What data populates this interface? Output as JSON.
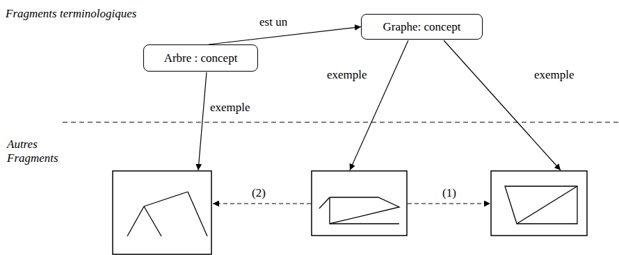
{
  "diagram": {
    "nodes": [
      {
        "text": [
          "Graphe: concept"
        ]
      },
      {
        "text": [
          "Arbre : concept"
        ]
      }
    ],
    "edges": [
      {
        "from": 1,
        "to": 0,
        "arrow": "to",
        "label": "est un"
      }
    ],
    "labels": [
      "Fragments terminologiques",
      "exemple",
      "exemple",
      "exemple",
      "Autres Fragments",
      "(2)",
      "(1)"
    ]
  }
}
